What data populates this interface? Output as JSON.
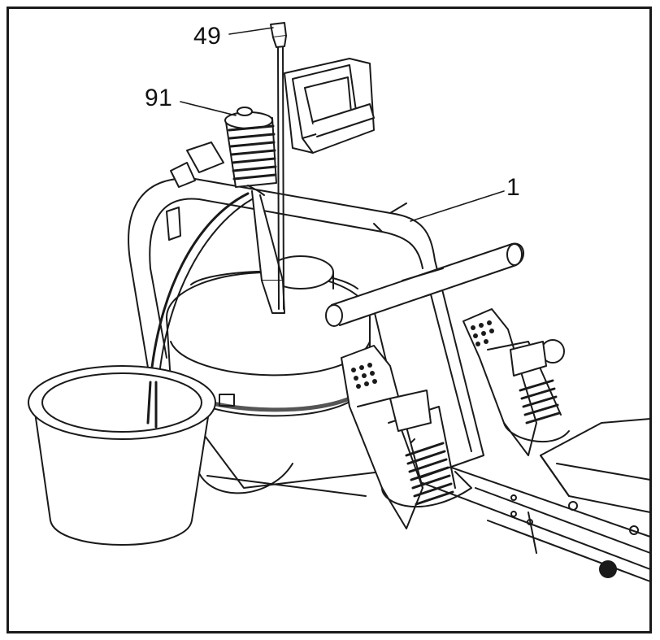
{
  "figure": {
    "callouts": [
      {
        "id": "49",
        "label": "49"
      },
      {
        "id": "91",
        "label": "91"
      },
      {
        "id": "1",
        "label": "1"
      }
    ]
  },
  "colors": {
    "ink": "#1a1a1a",
    "shade": "#9a9a9a",
    "fill": "#ffffff"
  },
  "icons": {
    "monitor": "monitor-icon",
    "pump": "hand-pump-icon",
    "bucket": "bucket-icon",
    "tank": "water-tank-icon",
    "footrest": "footrest-icon"
  }
}
